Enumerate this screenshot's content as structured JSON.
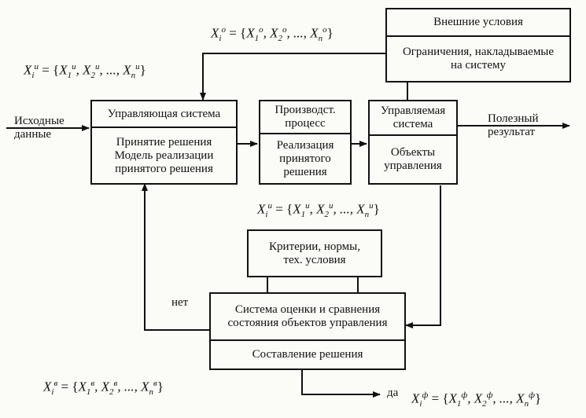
{
  "boxes": {
    "external": {
      "title": "Внешние условия",
      "body": "Ограничения, накладываемые\nна систему"
    },
    "control": {
      "title": "Управляющая система",
      "body": "Принятие решения\nМодель реализации\nпринятого решения"
    },
    "production": {
      "title": "Производст.\nпроцесс",
      "body": "Реализация\nпринятого\nрешения"
    },
    "managed": {
      "title": "Управляемая\nсистема",
      "body": "Объекты\nуправления"
    },
    "criteria": {
      "title": "Критерии, нормы,\nтех. условия"
    },
    "evaluation": {
      "title": "Система оценки и сравнения\nсостояния объектов управления",
      "body": "Составление решения"
    }
  },
  "labels": {
    "input": "Исходные\nданные",
    "result": "Полезный\nрезультат",
    "no": "нет",
    "yes": "да"
  },
  "formulas": {
    "xo": {
      "sup": "о"
    },
    "xi_left": {
      "sup": "и"
    },
    "xi_mid": {
      "sup": "и"
    },
    "xv": {
      "sup": "в"
    },
    "xf": {
      "sup": "ф"
    }
  },
  "colors": {
    "line": "#111111",
    "background": "#fbfbf8"
  }
}
